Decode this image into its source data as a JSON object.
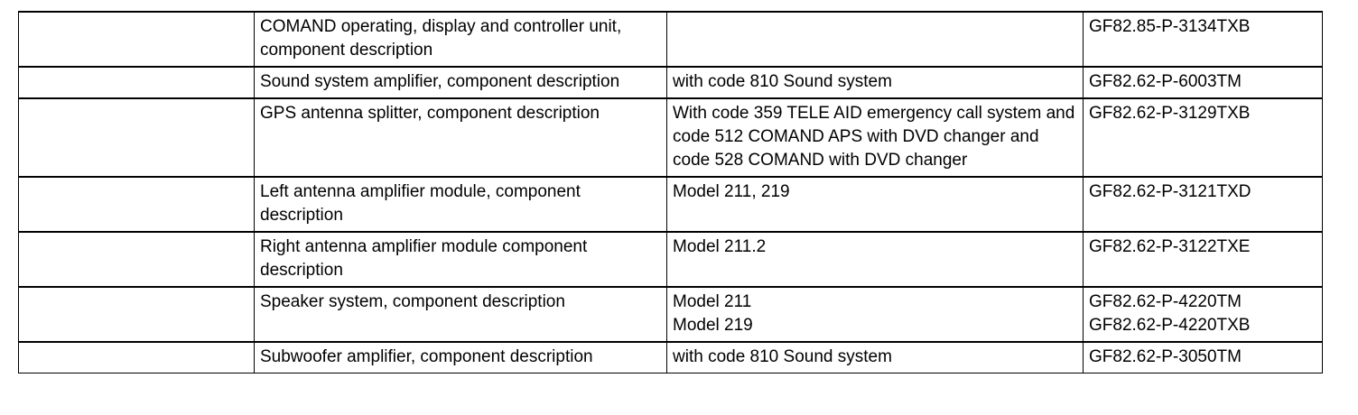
{
  "table": {
    "rows": [
      {
        "c0": "",
        "description": "COMAND operating, display and controller unit, component description",
        "conditions": [
          ""
        ],
        "refs": [
          "GF82.85-P-3134TXB"
        ]
      },
      {
        "c0": "",
        "description": "Sound system amplifier, component description",
        "conditions": [
          "with code 810 Sound system"
        ],
        "refs": [
          "GF82.62-P-6003TM"
        ]
      },
      {
        "c0": "",
        "description": "GPS antenna splitter, component description",
        "conditions": [
          "With code 359 TELE AID emergency call system and code 512 COMAND APS with DVD changer and code 528 COMAND with DVD changer"
        ],
        "refs": [
          "GF82.62-P-3129TXB"
        ]
      },
      {
        "c0": "",
        "description": "Left antenna amplifier module, component description",
        "conditions": [
          "Model 211, 219"
        ],
        "refs": [
          "GF82.62-P-3121TXD"
        ]
      },
      {
        "c0": "",
        "description": "Right antenna amplifier module component description",
        "conditions": [
          "Model 211.2"
        ],
        "refs": [
          "GF82.62-P-3122TXE"
        ]
      },
      {
        "c0": "",
        "description": "Speaker system, component description",
        "conditions": [
          "Model 211",
          "Model 219"
        ],
        "refs": [
          "GF82.62-P-4220TM",
          "GF82.62-P-4220TXB"
        ]
      },
      {
        "c0": "",
        "description": "Subwoofer amplifier, component description",
        "conditions": [
          "with code 810 Sound system"
        ],
        "refs": [
          "GF82.62-P-3050TM"
        ]
      }
    ]
  }
}
